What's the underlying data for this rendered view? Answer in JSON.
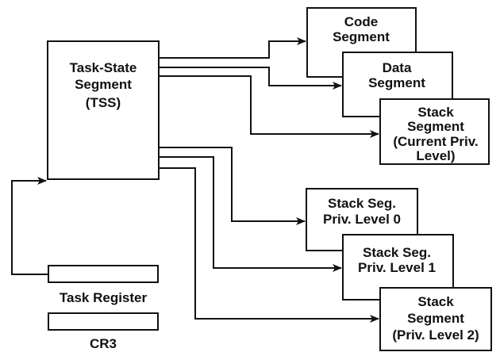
{
  "tss": {
    "line1": "Task-State",
    "line2": "Segment",
    "line3": "(TSS)"
  },
  "code_segment": {
    "line1": "Code",
    "line2": "Segment"
  },
  "data_segment": {
    "line1": "Data",
    "line2": "Segment"
  },
  "stack_current": {
    "line1": "Stack",
    "line2": "Segment",
    "line3": "(Current Priv.",
    "line4": "Level)"
  },
  "stack_pl0": {
    "line1": "Stack Seg.",
    "line2": "Priv. Level 0"
  },
  "stack_pl1": {
    "line1": "Stack Seg.",
    "line2": "Priv. Level 1"
  },
  "stack_pl2": {
    "line1": "Stack",
    "line2": "Segment",
    "line3": "(Priv. Level 2)"
  },
  "task_register": {
    "label": "Task Register"
  },
  "cr3": {
    "label": "CR3"
  }
}
